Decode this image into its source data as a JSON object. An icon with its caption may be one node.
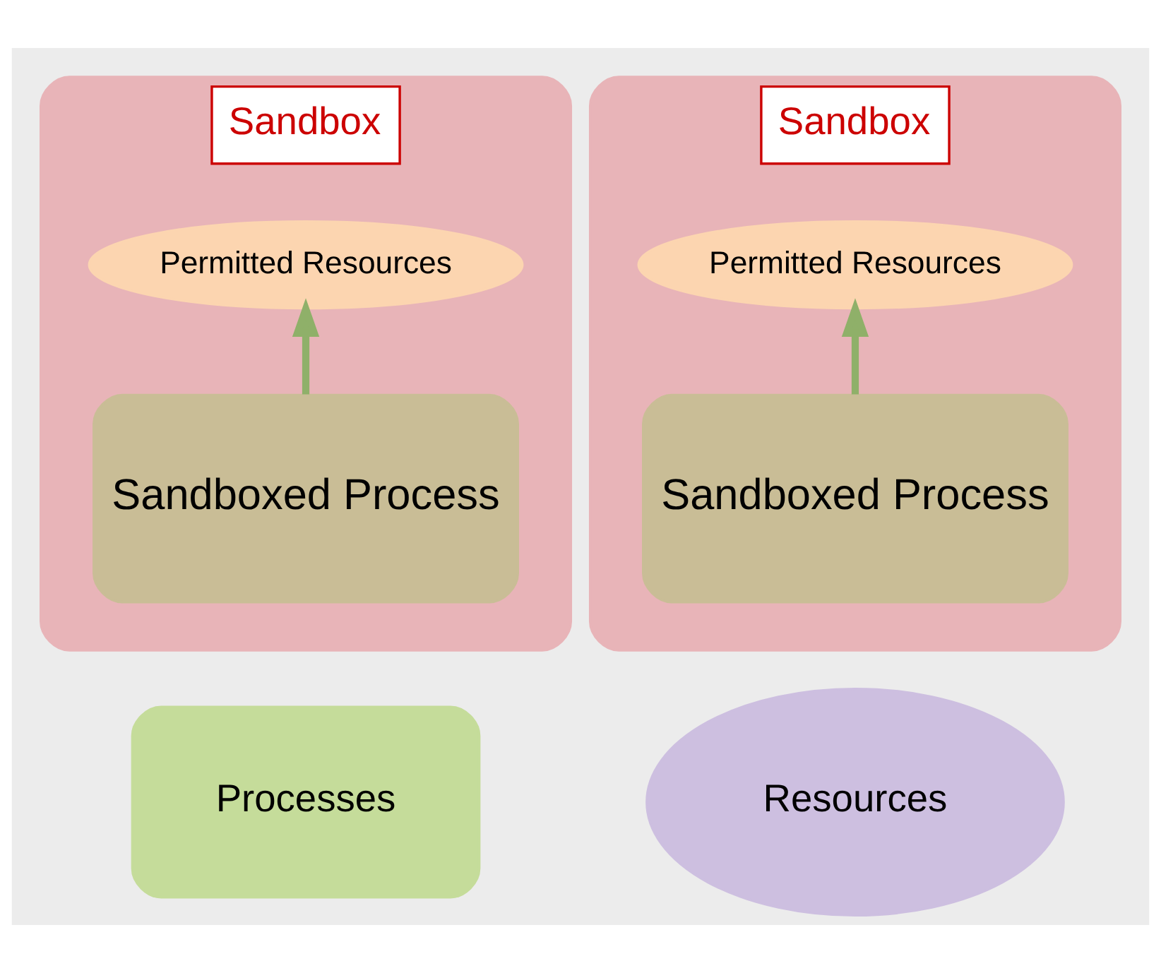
{
  "diagram": {
    "nodes": [
      {
        "text": [
          "Sandbox"
        ]
      },
      {
        "text": [
          "Permitted Resources"
        ],
        "in": 0
      },
      {
        "text": [
          "Sandboxed Process"
        ],
        "in": 0
      },
      {
        "text": [
          "Sandbox"
        ]
      },
      {
        "text": [
          "Permitted Resources"
        ],
        "in": 3
      },
      {
        "text": [
          "Sandboxed Process"
        ],
        "in": 3
      },
      {
        "text": [
          "Processes"
        ]
      },
      {
        "text": [
          "Resources"
        ]
      }
    ],
    "edges": [
      {
        "from": 2,
        "to": 1,
        "arrow": "to"
      },
      {
        "from": 5,
        "to": 4,
        "arrow": "to"
      }
    ]
  }
}
